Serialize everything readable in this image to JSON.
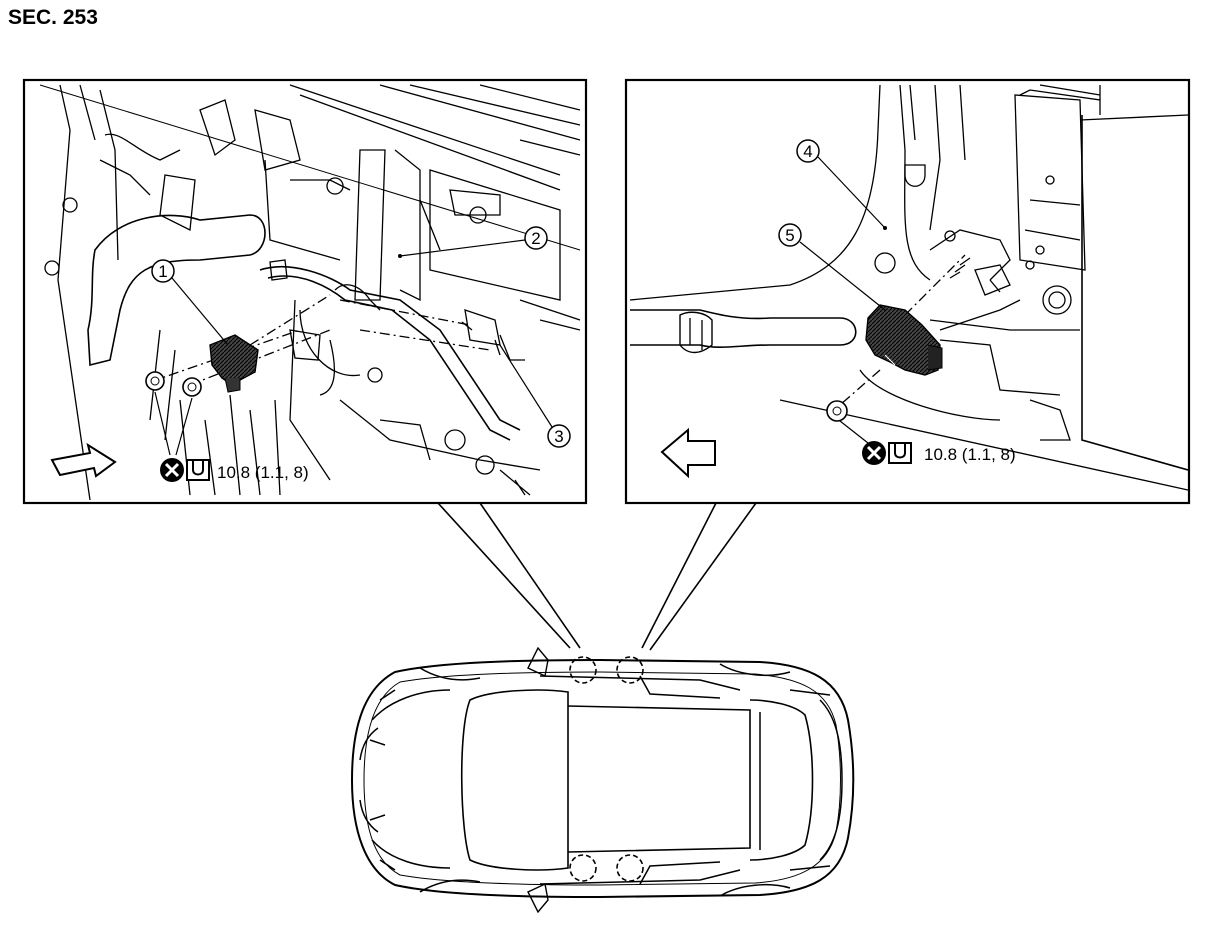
{
  "section": "SEC. 253",
  "callouts": [
    "1",
    "2",
    "3",
    "4",
    "5"
  ],
  "left_panel": {
    "torque": "10.8 (1.1, 8)",
    "icons": [
      "front-arrow-icon",
      "do-not-reuse-icon",
      "torque-wrench-icon"
    ]
  },
  "right_panel": {
    "torque": "10.8 (1.1, 8)",
    "icons": [
      "front-arrow-icon",
      "do-not-reuse-icon",
      "torque-wrench-icon"
    ]
  },
  "vehicle": {
    "icon": "vehicle-top-view-icon"
  }
}
